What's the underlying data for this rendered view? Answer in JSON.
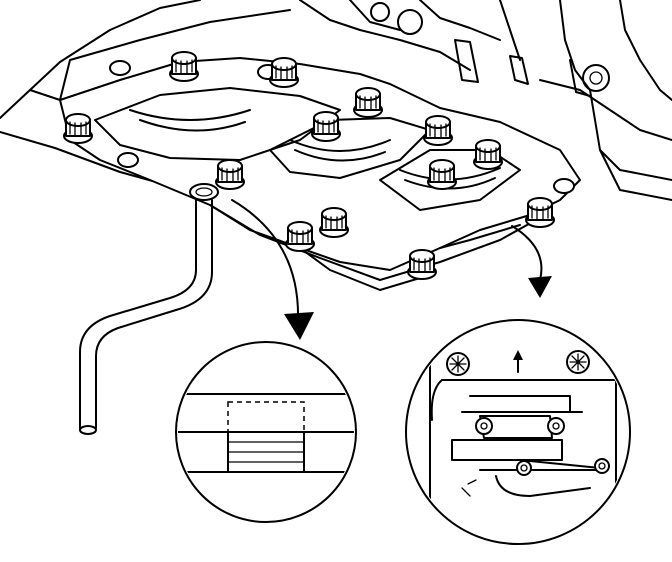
{
  "diagram": {
    "title": "",
    "colors": {
      "ink": "#000000",
      "paper": "#ffffff"
    },
    "components": [
      "engine-block-lower-crankcase",
      "main-bearing-bolts",
      "plastigage-gauge-tool",
      "detail-view-gauge-strip",
      "detail-view-bearing-cap-bolts"
    ],
    "detail_view_left": {
      "label": ""
    },
    "detail_view_right": {
      "arrow_glyph": "↑"
    }
  }
}
